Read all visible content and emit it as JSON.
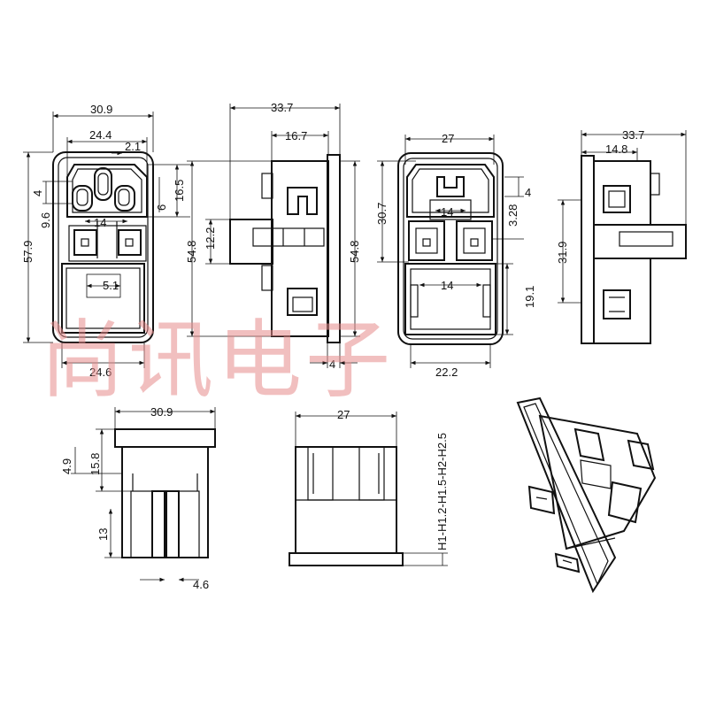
{
  "dimensions": {
    "front_view": {
      "overall_width": "30.9",
      "inlet_width": "24.4",
      "pin_offset": "2.1",
      "inlet_height": "16.5",
      "slot_depth": "4",
      "pin_spacing": "9.6",
      "pin_height": "6",
      "overall_height": "57.9",
      "terminal_spacing": "14",
      "switch_opening": "5.1",
      "bottom_width": "24.6"
    },
    "side_view": {
      "overall_depth": "33.7",
      "body_depth": "16.7",
      "body_height": "54.8",
      "connector_height": "12.2"
    },
    "back_view": {
      "overall_width": "27",
      "upper_height": "30.7",
      "body_height": "54.8",
      "slot_offset": "4",
      "terminal_spacing_top": "14",
      "terminal_gap": "3.28",
      "terminal_spacing_bottom": "14",
      "lower_height": "19.1",
      "bottom_width": "22.2",
      "flange_depth": "4"
    },
    "right_view": {
      "overall_depth": "33.7",
      "top_depth": "14.8",
      "mid_height": "31.9"
    },
    "bottom_left_view": {
      "width": "30.9",
      "top_height": "4.9",
      "height": "15.8",
      "lower_height": "13",
      "pin_width": "4.6"
    },
    "bottom_middle_view": {
      "width": "27",
      "panel_thickness": "H1-H1.2-H1.5-H2-H2.5"
    }
  },
  "watermark": "尚讯电子"
}
